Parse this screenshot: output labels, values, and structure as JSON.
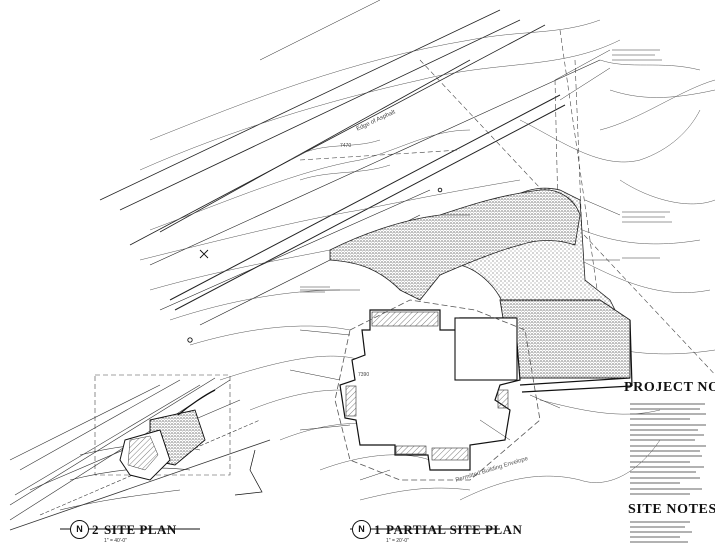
{
  "titles": {
    "site_plan_number": "2",
    "site_plan_title": "SITE PLAN",
    "site_plan_scale": "1\" = 40'-0\"",
    "site_plan_north": "N",
    "partial_number": "1",
    "partial_title": "PARTIAL SITE PLAN",
    "partial_scale": "1\" = 20'-0\"",
    "partial_north": "N"
  },
  "notes": {
    "project_notes_heading": "PROJECT NOTES",
    "site_notes_heading": "SITE NOTES"
  },
  "annotations": {
    "envelope": "Permitted Building Envelope",
    "edge_of_asphalt": "Edge of Asphalt",
    "contour_7470": "7470",
    "contour_7390": "7390"
  },
  "colors": {
    "line": "#222222",
    "hatch": "#555555",
    "paper": "#ffffff"
  }
}
